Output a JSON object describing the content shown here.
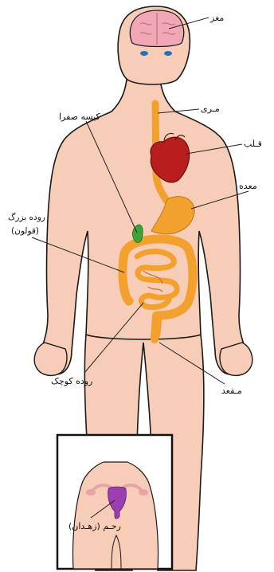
{
  "labels": {
    "brain": "مغز",
    "esophagus": "مـری",
    "gallbladder": "کیسه صفرا",
    "heart": "قـلب",
    "stomach": "معده",
    "large_intestine_line1": "روده بزرگ",
    "large_intestine_line2": "(قولون)",
    "small_intestine": "روده کوچک",
    "anus": "مـقعد",
    "uterus": "رحـم (زهـدان)"
  },
  "colors": {
    "skin": "#f7cdb8",
    "outline": "#1a1a1a",
    "brain": "#f2a7b6",
    "eyes": "#2a6fb0",
    "heart": "#b81e1e",
    "intestine": "#f2a12f",
    "gallbladder": "#3aa535",
    "uterus": "#9b3fb0",
    "ovary_tubes": "#e8a4a4"
  }
}
